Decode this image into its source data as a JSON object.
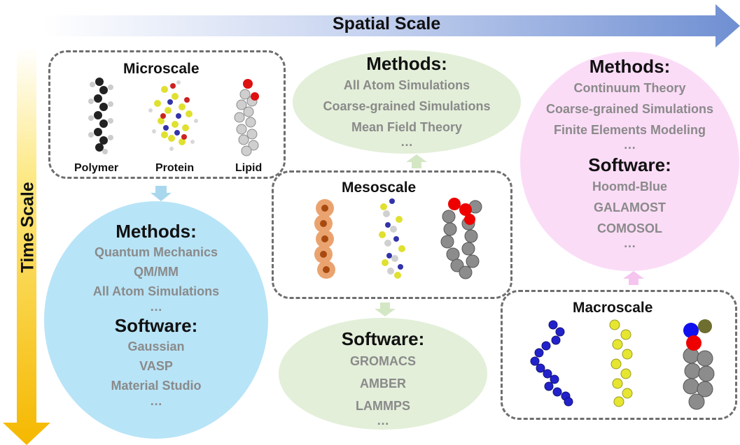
{
  "axes": {
    "spatial_label": "Spatial Scale",
    "time_label": "Time Scale"
  },
  "microscale": {
    "title": "Microscale",
    "molecules": [
      "Polymer",
      "Protein",
      "Lipid"
    ],
    "methods_title": "Methods:",
    "methods": [
      "Quantum Mechanics",
      "QM/MM",
      "All Atom Simulations",
      "…"
    ],
    "software_title": "Software:",
    "software": [
      "Gaussian",
      "VASP",
      "Material Studio",
      "…"
    ]
  },
  "mesoscale": {
    "title": "Mesoscale",
    "methods_title": "Methods:",
    "methods": [
      "All Atom Simulations",
      "Coarse-grained Simulations",
      "Mean Field Theory",
      "…"
    ],
    "software_title": "Software:",
    "software": [
      "GROMACS",
      "AMBER",
      "LAMMPS",
      "…"
    ]
  },
  "macroscale": {
    "title": "Macroscale",
    "methods_title": "Methods:",
    "methods": [
      "Continuum Theory",
      "Coarse-grained Simulations",
      "Finite Elements Modeling",
      "…"
    ],
    "software_title": "Software:",
    "software": [
      "Hoomd-Blue",
      "GALAMOST",
      "COMOSOL",
      "…"
    ]
  },
  "colors": {
    "spatial_arrow": "#7f9bd6",
    "time_arrow": "#f5c400",
    "blue_circle": "#b8e4f7",
    "green_ellipse": "#e3efd9",
    "pink_circle": "#fbdcf7",
    "orange_bead": "#e08a4a",
    "blue_bead": "#2222cc",
    "yellow_bead": "#e0e030"
  }
}
